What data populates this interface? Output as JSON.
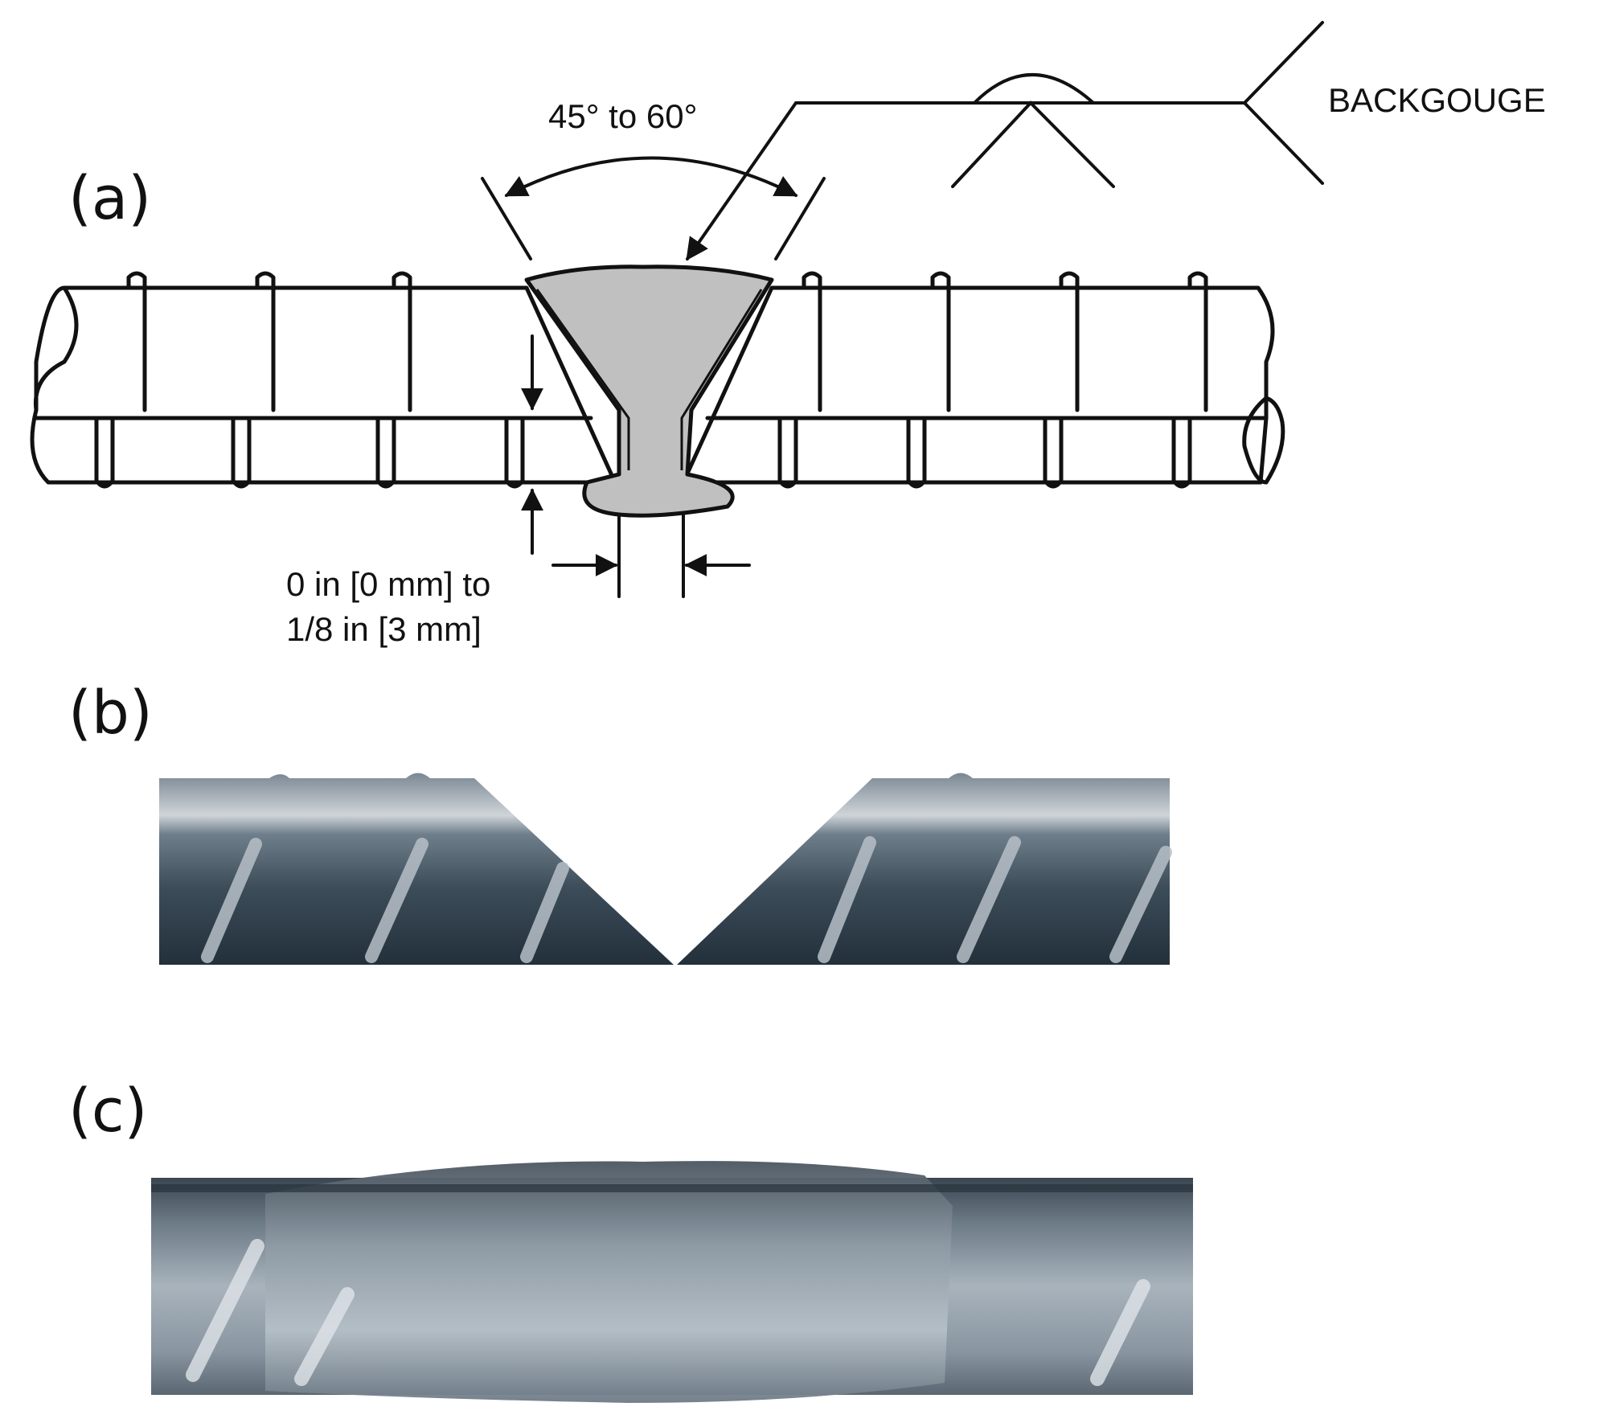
{
  "panels": {
    "a": {
      "label": "(a)"
    },
    "b": {
      "label": "(b)"
    },
    "c": {
      "label": "(c)"
    }
  },
  "annotations": {
    "angle": "45° to 60°",
    "weld_symbol_note": "BACKGOUGE",
    "root_opening_line1": "0 in [0 mm] to",
    "root_opening_line2": "1/8 in [3 mm]"
  },
  "colors": {
    "line": "#111111",
    "weld_fill": "#c0c0c0",
    "steel_dark": "#2f3d48",
    "steel_mid": "#56687a",
    "steel_light": "#9aa7b1",
    "weld_bead": "#8d98a2"
  }
}
